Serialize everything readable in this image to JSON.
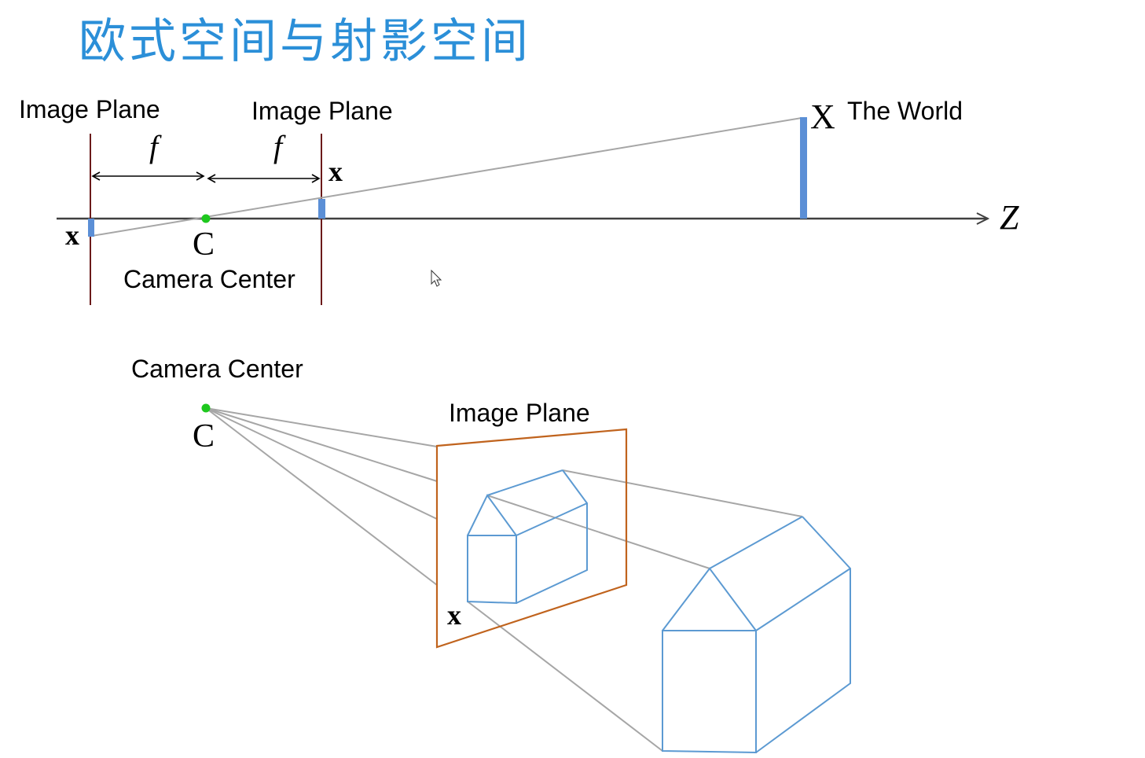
{
  "slide": {
    "title": "欧式空间与射影空间",
    "title_color": "#2b8fd8"
  },
  "colors": {
    "axis": "#404040",
    "ray": "#a6a6a6",
    "plane_edge": "#6b1a1a",
    "image_bar": "#5b8fd6",
    "camera_dot": "#1ec81e",
    "plane_outline": "#c0631d",
    "house_stroke": "#5c9ad2"
  },
  "top_diagram": {
    "left_plane_label": "Image Plane",
    "right_plane_label": "Image Plane",
    "focal_left": "f",
    "focal_right": "f",
    "image_point_left": "x",
    "image_point_right": "x",
    "camera_symbol": "C",
    "camera_label": "Camera Center",
    "world_symbol": "X",
    "world_label": "The World",
    "axis_label": "Z"
  },
  "bottom_diagram": {
    "camera_label": "Camera Center",
    "camera_symbol": "C",
    "plane_label": "Image Plane",
    "image_point": "x"
  },
  "cursor_icon": "pointer-cursor-icon"
}
